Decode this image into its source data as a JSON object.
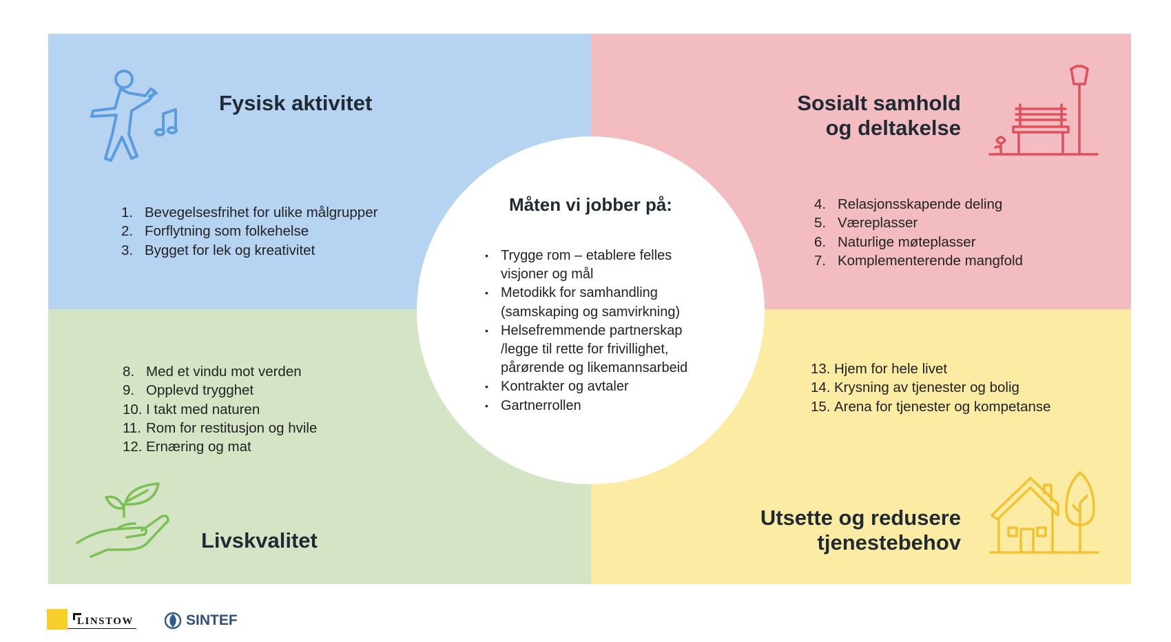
{
  "colors": {
    "blue": "#b6d3f2",
    "pink": "#f2bcc1",
    "green": "#d4e4c4",
    "yellow": "#fbeba3",
    "icon_blue": "#5b9be0",
    "icon_red": "#e0505c",
    "icon_green": "#7cbf55",
    "icon_yellow": "#f2c230"
  },
  "quadrants": {
    "top_left": {
      "title": "Fysisk aktivitet",
      "icon": "dancing-person-icon",
      "items": [
        {
          "num": "1.",
          "text": "Bevegelsesfrihet for ulike målgrupper"
        },
        {
          "num": "2.",
          "text": "Forflytning som folkehelse"
        },
        {
          "num": "3.",
          "text": "Bygget for lek og kreativitet"
        }
      ]
    },
    "top_right": {
      "title_line1": "Sosialt samhold",
      "title_line2": "og deltakelse",
      "icon": "park-bench-lamp-icon",
      "items": [
        {
          "num": "4.",
          "text": "Relasjonsskapende deling"
        },
        {
          "num": "5.",
          "text": "Væreplasser"
        },
        {
          "num": "6.",
          "text": "Naturlige møteplasser"
        },
        {
          "num": "7.",
          "text": "Komplementerende mangfold"
        }
      ]
    },
    "bottom_left": {
      "title": "Livskvalitet",
      "icon": "hand-plant-icon",
      "items": [
        {
          "num": "8.",
          "text": "Med et vindu mot verden"
        },
        {
          "num": "9.",
          "text": "Opplevd trygghet"
        },
        {
          "num": "10.",
          "text": "I takt med naturen"
        },
        {
          "num": "11.",
          "text": "Rom for restitusjon og hvile"
        },
        {
          "num": "12.",
          "text": "Ernæring og mat"
        }
      ]
    },
    "bottom_right": {
      "title_line1": "Utsette og redusere",
      "title_line2": "tjenestebehov",
      "icon": "house-tree-icon",
      "items": [
        {
          "num": "13.",
          "text": "Hjem for hele livet"
        },
        {
          "num": "14.",
          "text": "Krysning av tjenester og bolig"
        },
        {
          "num": "15.",
          "text": "Arena for tjenester og kompetanse"
        }
      ]
    }
  },
  "center": {
    "title": "Måten vi jobber på:",
    "bullet": "•",
    "bullets": [
      {
        "lines": [
          "Trygge rom – etablere felles",
          "visjoner og mål"
        ]
      },
      {
        "lines": [
          "Metodikk for samhandling",
          "(samskaping og samvirkning)"
        ]
      },
      {
        "lines": [
          "Helsefremmende partnerskap",
          "/legge til rette for frivillighet,",
          "pårørende og likemannsarbeid"
        ]
      },
      {
        "lines": [
          "Kontrakter og avtaler"
        ]
      },
      {
        "lines": [
          "Gartnerrollen"
        ]
      }
    ]
  },
  "logos": {
    "linstow": "LINSTOW",
    "sintef": "SINTEF"
  }
}
